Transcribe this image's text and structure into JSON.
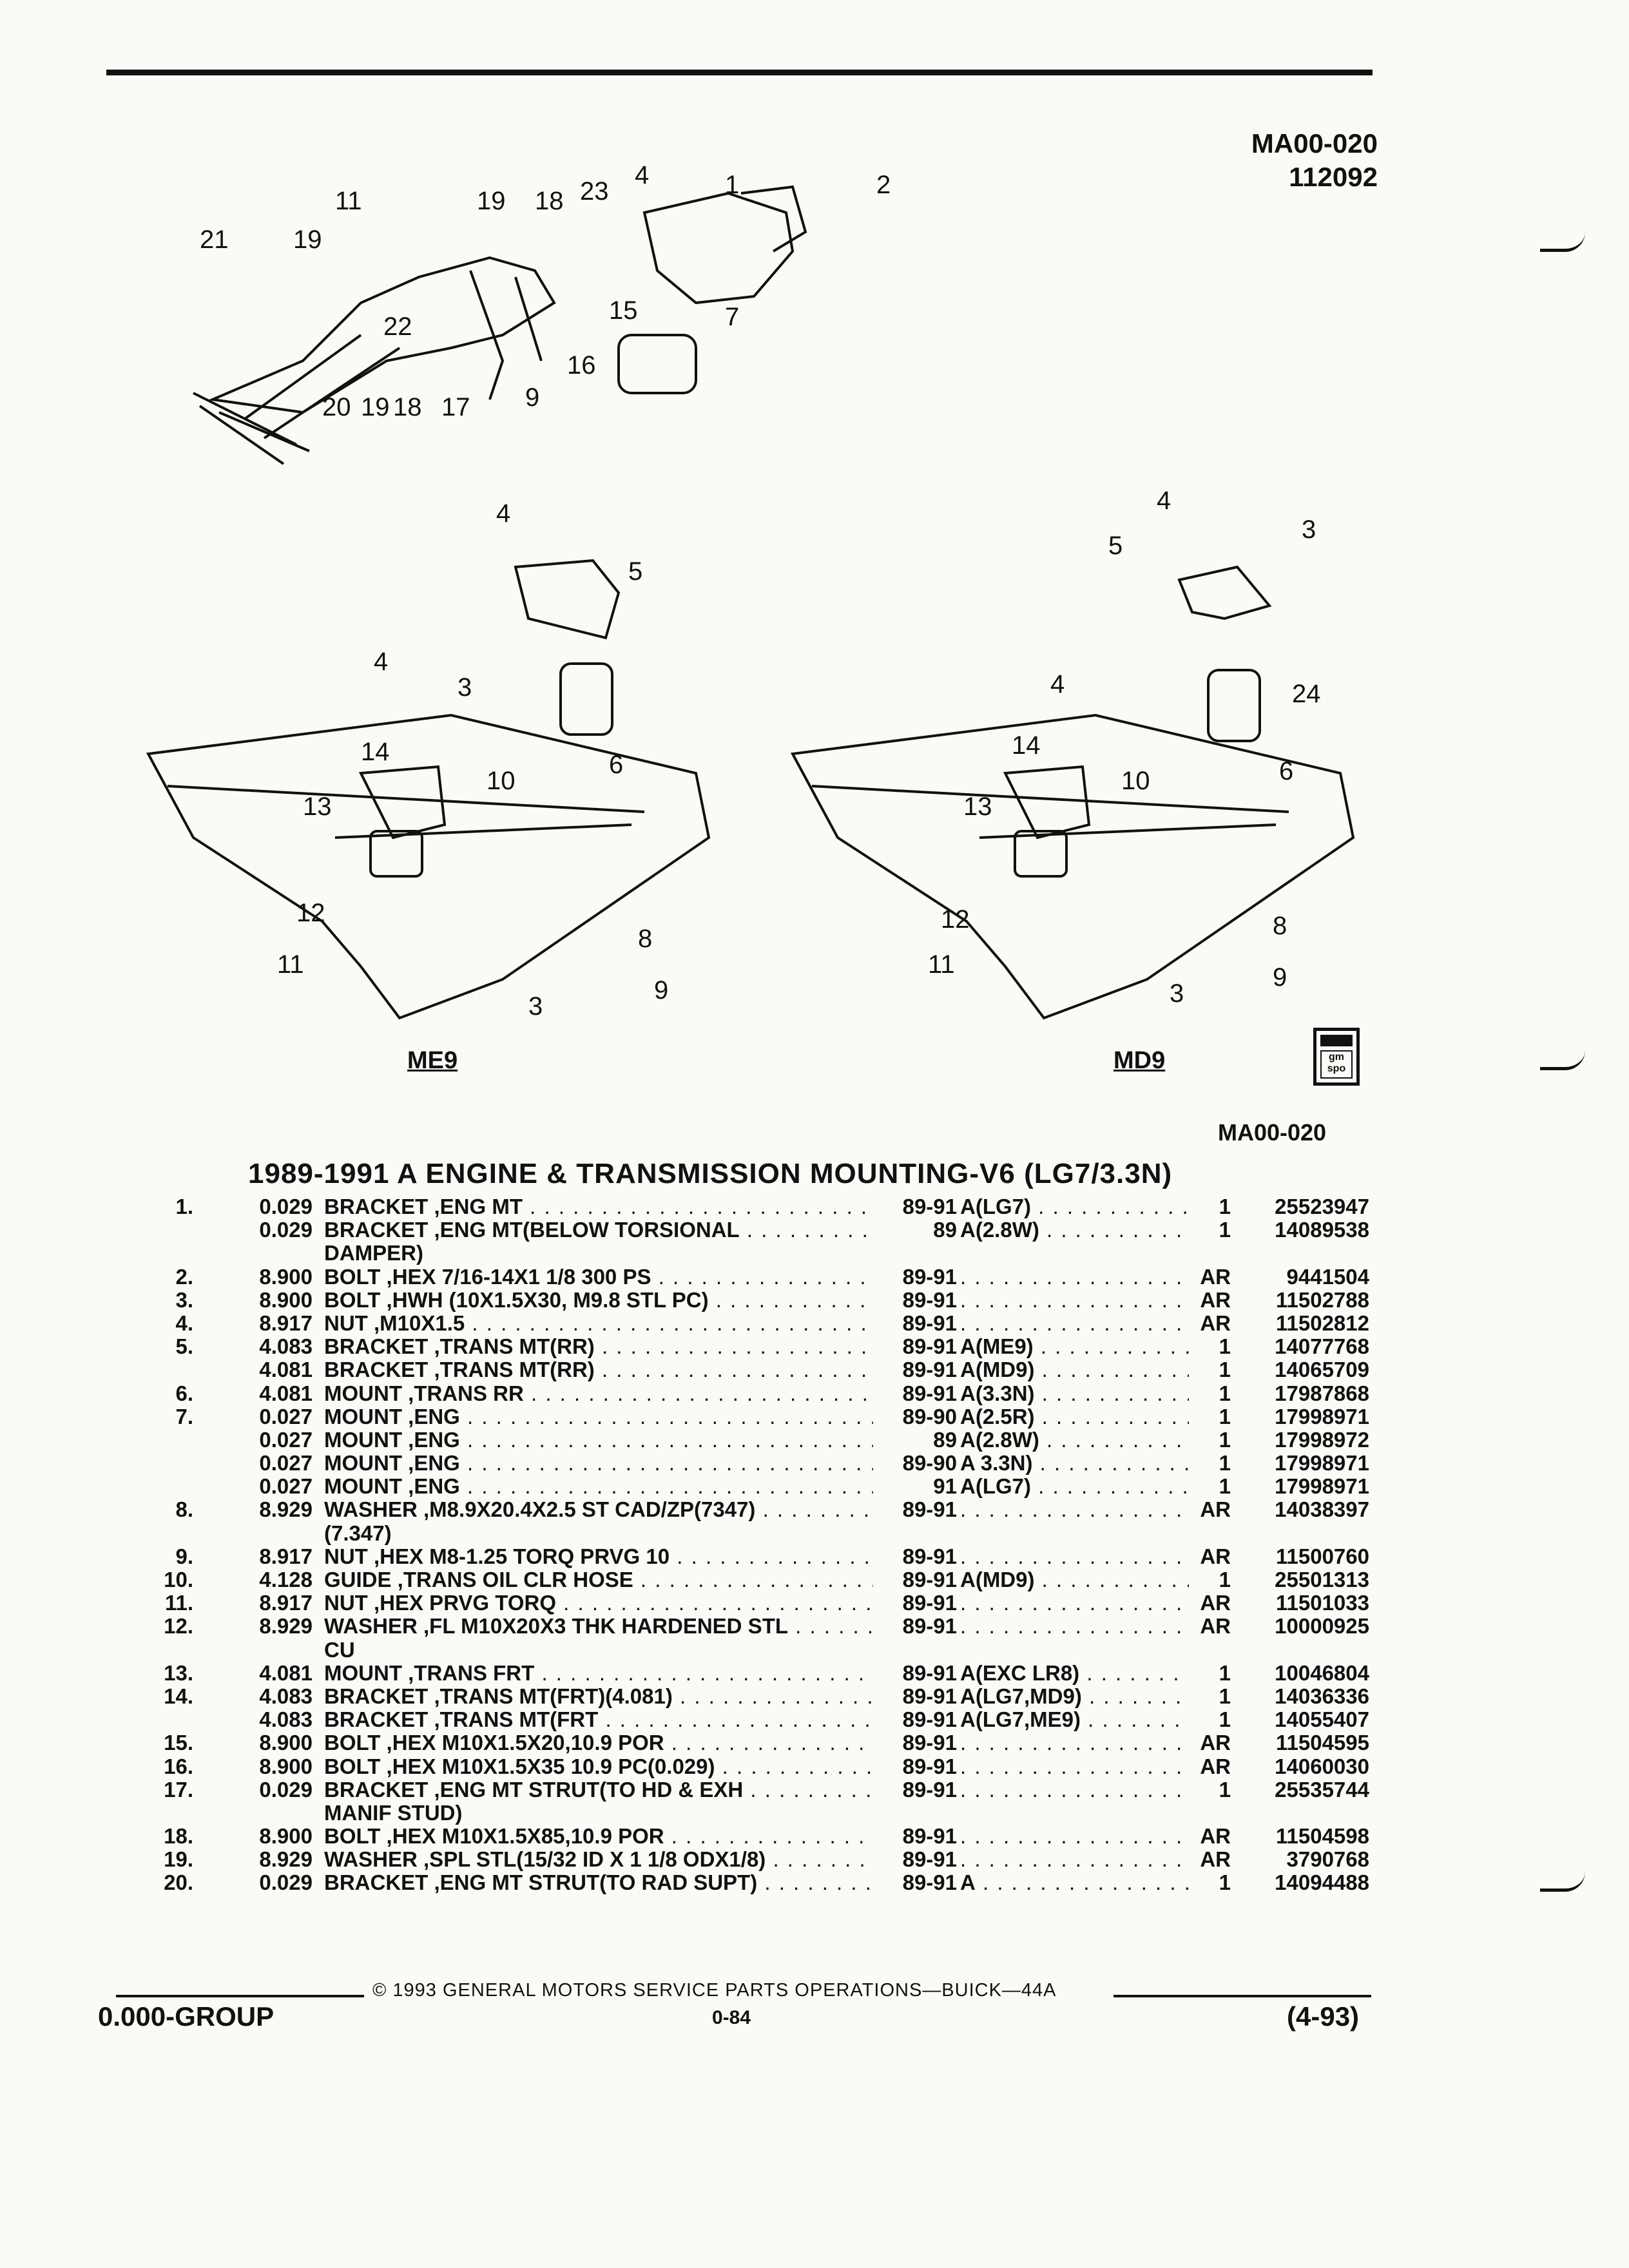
{
  "header": {
    "codes": [
      "MA00-020",
      "112092"
    ]
  },
  "figure": {
    "callouts_top": [
      "1",
      "2",
      "4",
      "23",
      "18",
      "19",
      "11",
      "21",
      "19",
      "22",
      "20",
      "19",
      "18",
      "17",
      "9",
      "16",
      "15",
      "7"
    ],
    "captions": {
      "left": "ME9",
      "right": "MD9"
    },
    "logo_text": "gm spo",
    "code": "MA00-020"
  },
  "section_title": "1989-1991 A ENGINE & TRANSMISSION MOUNTING-V6 (LG7/3.3N)",
  "parts": [
    {
      "no": "1.",
      "grp": "0.029",
      "desc": "BRACKET ,ENG MT",
      "yr": "89-91",
      "app": "A(LG7)",
      "qty": "1",
      "pn": "25523947"
    },
    {
      "no": "",
      "grp": "0.029",
      "desc": "BRACKET ,ENG MT(BELOW TORSIONAL",
      "yr": "89",
      "app": "A(2.8W)",
      "qty": "1",
      "pn": "14089538"
    },
    {
      "no": "",
      "grp": "",
      "desc": "DAMPER)",
      "yr": "",
      "app": "",
      "qty": "",
      "pn": "",
      "cont": true
    },
    {
      "no": "2.",
      "grp": "8.900",
      "desc": "BOLT ,HEX 7/16-14X1 1/8 300 PS",
      "yr": "89-91",
      "app": "",
      "qty": "AR",
      "pn": "9441504"
    },
    {
      "no": "3.",
      "grp": "8.900",
      "desc": "BOLT ,HWH (10X1.5X30, M9.8 STL PC)",
      "yr": "89-91",
      "app": "",
      "qty": "AR",
      "pn": "11502788"
    },
    {
      "no": "4.",
      "grp": "8.917",
      "desc": "NUT ,M10X1.5",
      "yr": "89-91",
      "app": "",
      "qty": "AR",
      "pn": "11502812"
    },
    {
      "no": "5.",
      "grp": "4.083",
      "desc": "BRACKET ,TRANS MT(RR)",
      "yr": "89-91",
      "app": "A(ME9)",
      "qty": "1",
      "pn": "14077768"
    },
    {
      "no": "",
      "grp": "4.081",
      "desc": "BRACKET ,TRANS MT(RR)",
      "yr": "89-91",
      "app": "A(MD9)",
      "qty": "1",
      "pn": "14065709"
    },
    {
      "no": "6.",
      "grp": "4.081",
      "desc": "MOUNT ,TRANS RR",
      "yr": "89-91",
      "app": "A(3.3N)",
      "qty": "1",
      "pn": "17987868"
    },
    {
      "no": "7.",
      "grp": "0.027",
      "desc": "MOUNT ,ENG",
      "yr": "89-90",
      "app": "A(2.5R)",
      "qty": "1",
      "pn": "17998971"
    },
    {
      "no": "",
      "grp": "0.027",
      "desc": "MOUNT ,ENG",
      "yr": "89",
      "app": "A(2.8W)",
      "qty": "1",
      "pn": "17998972"
    },
    {
      "no": "",
      "grp": "0.027",
      "desc": "MOUNT ,ENG",
      "yr": "89-90",
      "app": "A 3.3N)",
      "qty": "1",
      "pn": "17998971"
    },
    {
      "no": "",
      "grp": "0.027",
      "desc": "MOUNT ,ENG",
      "yr": "91",
      "app": "A(LG7)",
      "qty": "1",
      "pn": "17998971"
    },
    {
      "no": "8.",
      "grp": "8.929",
      "desc": "WASHER ,M8.9X20.4X2.5 ST CAD/ZP(7347)",
      "yr": "89-91",
      "app": "",
      "qty": "AR",
      "pn": "14038397"
    },
    {
      "no": "",
      "grp": "",
      "desc": "(7.347)",
      "yr": "",
      "app": "",
      "qty": "",
      "pn": "",
      "cont": true
    },
    {
      "no": "9.",
      "grp": "8.917",
      "desc": "NUT ,HEX M8-1.25 TORQ PRVG 10",
      "yr": "89-91",
      "app": "",
      "qty": "AR",
      "pn": "11500760"
    },
    {
      "no": "10.",
      "grp": "4.128",
      "desc": "GUIDE ,TRANS OIL CLR HOSE",
      "yr": "89-91",
      "app": "A(MD9)",
      "qty": "1",
      "pn": "25501313"
    },
    {
      "no": "11.",
      "grp": "8.917",
      "desc": "NUT ,HEX PRVG TORQ",
      "yr": "89-91",
      "app": "",
      "qty": "AR",
      "pn": "11501033"
    },
    {
      "no": "12.",
      "grp": "8.929",
      "desc": "WASHER ,FL M10X20X3 THK HARDENED STL",
      "yr": "89-91",
      "app": "",
      "qty": "AR",
      "pn": "10000925"
    },
    {
      "no": "",
      "grp": "",
      "desc": "CU",
      "yr": "",
      "app": "",
      "qty": "",
      "pn": "",
      "cont": true
    },
    {
      "no": "13.",
      "grp": "4.081",
      "desc": "MOUNT ,TRANS FRT",
      "yr": "89-91",
      "app": "A(EXC LR8)",
      "qty": "1",
      "pn": "10046804"
    },
    {
      "no": "14.",
      "grp": "4.083",
      "desc": "BRACKET ,TRANS MT(FRT)(4.081)",
      "yr": "89-91",
      "app": "A(LG7,MD9)",
      "qty": "1",
      "pn": "14036336"
    },
    {
      "no": "",
      "grp": "4.083",
      "desc": "BRACKET ,TRANS MT(FRT",
      "yr": "89-91",
      "app": "A(LG7,ME9)",
      "qty": "1",
      "pn": "14055407"
    },
    {
      "no": "15.",
      "grp": "8.900",
      "desc": "BOLT ,HEX M10X1.5X20,10.9 POR",
      "yr": "89-91",
      "app": "",
      "qty": "AR",
      "pn": "11504595"
    },
    {
      "no": "16.",
      "grp": "8.900",
      "desc": "BOLT ,HEX M10X1.5X35 10.9 PC(0.029)",
      "yr": "89-91",
      "app": "",
      "qty": "AR",
      "pn": "14060030"
    },
    {
      "no": "17.",
      "grp": "0.029",
      "desc": "BRACKET ,ENG MT STRUT(TO HD & EXH",
      "yr": "89-91",
      "app": "",
      "qty": "1",
      "pn": "25535744"
    },
    {
      "no": "",
      "grp": "",
      "desc": "MANIF STUD)",
      "yr": "",
      "app": "",
      "qty": "",
      "pn": "",
      "cont": true
    },
    {
      "no": "18.",
      "grp": "8.900",
      "desc": "BOLT ,HEX M10X1.5X85,10.9 POR",
      "yr": "89-91",
      "app": "",
      "qty": "AR",
      "pn": "11504598"
    },
    {
      "no": "19.",
      "grp": "8.929",
      "desc": "WASHER ,SPL STL(15/32 ID X 1 1/8 ODX1/8)",
      "yr": "89-91",
      "app": "",
      "qty": "AR",
      "pn": "3790768"
    },
    {
      "no": "20.",
      "grp": "0.029",
      "desc": "BRACKET ,ENG MT STRUT(TO RAD SUPT)",
      "yr": "89-91",
      "app": "A",
      "qty": "1",
      "pn": "14094488"
    }
  ],
  "footer": {
    "copyright": "© 1993 GENERAL MOTORS SERVICE PARTS OPERATIONS—BUICK—44A",
    "group": "0.000-GROUP",
    "page": "0-84",
    "date": "(4-93)"
  }
}
